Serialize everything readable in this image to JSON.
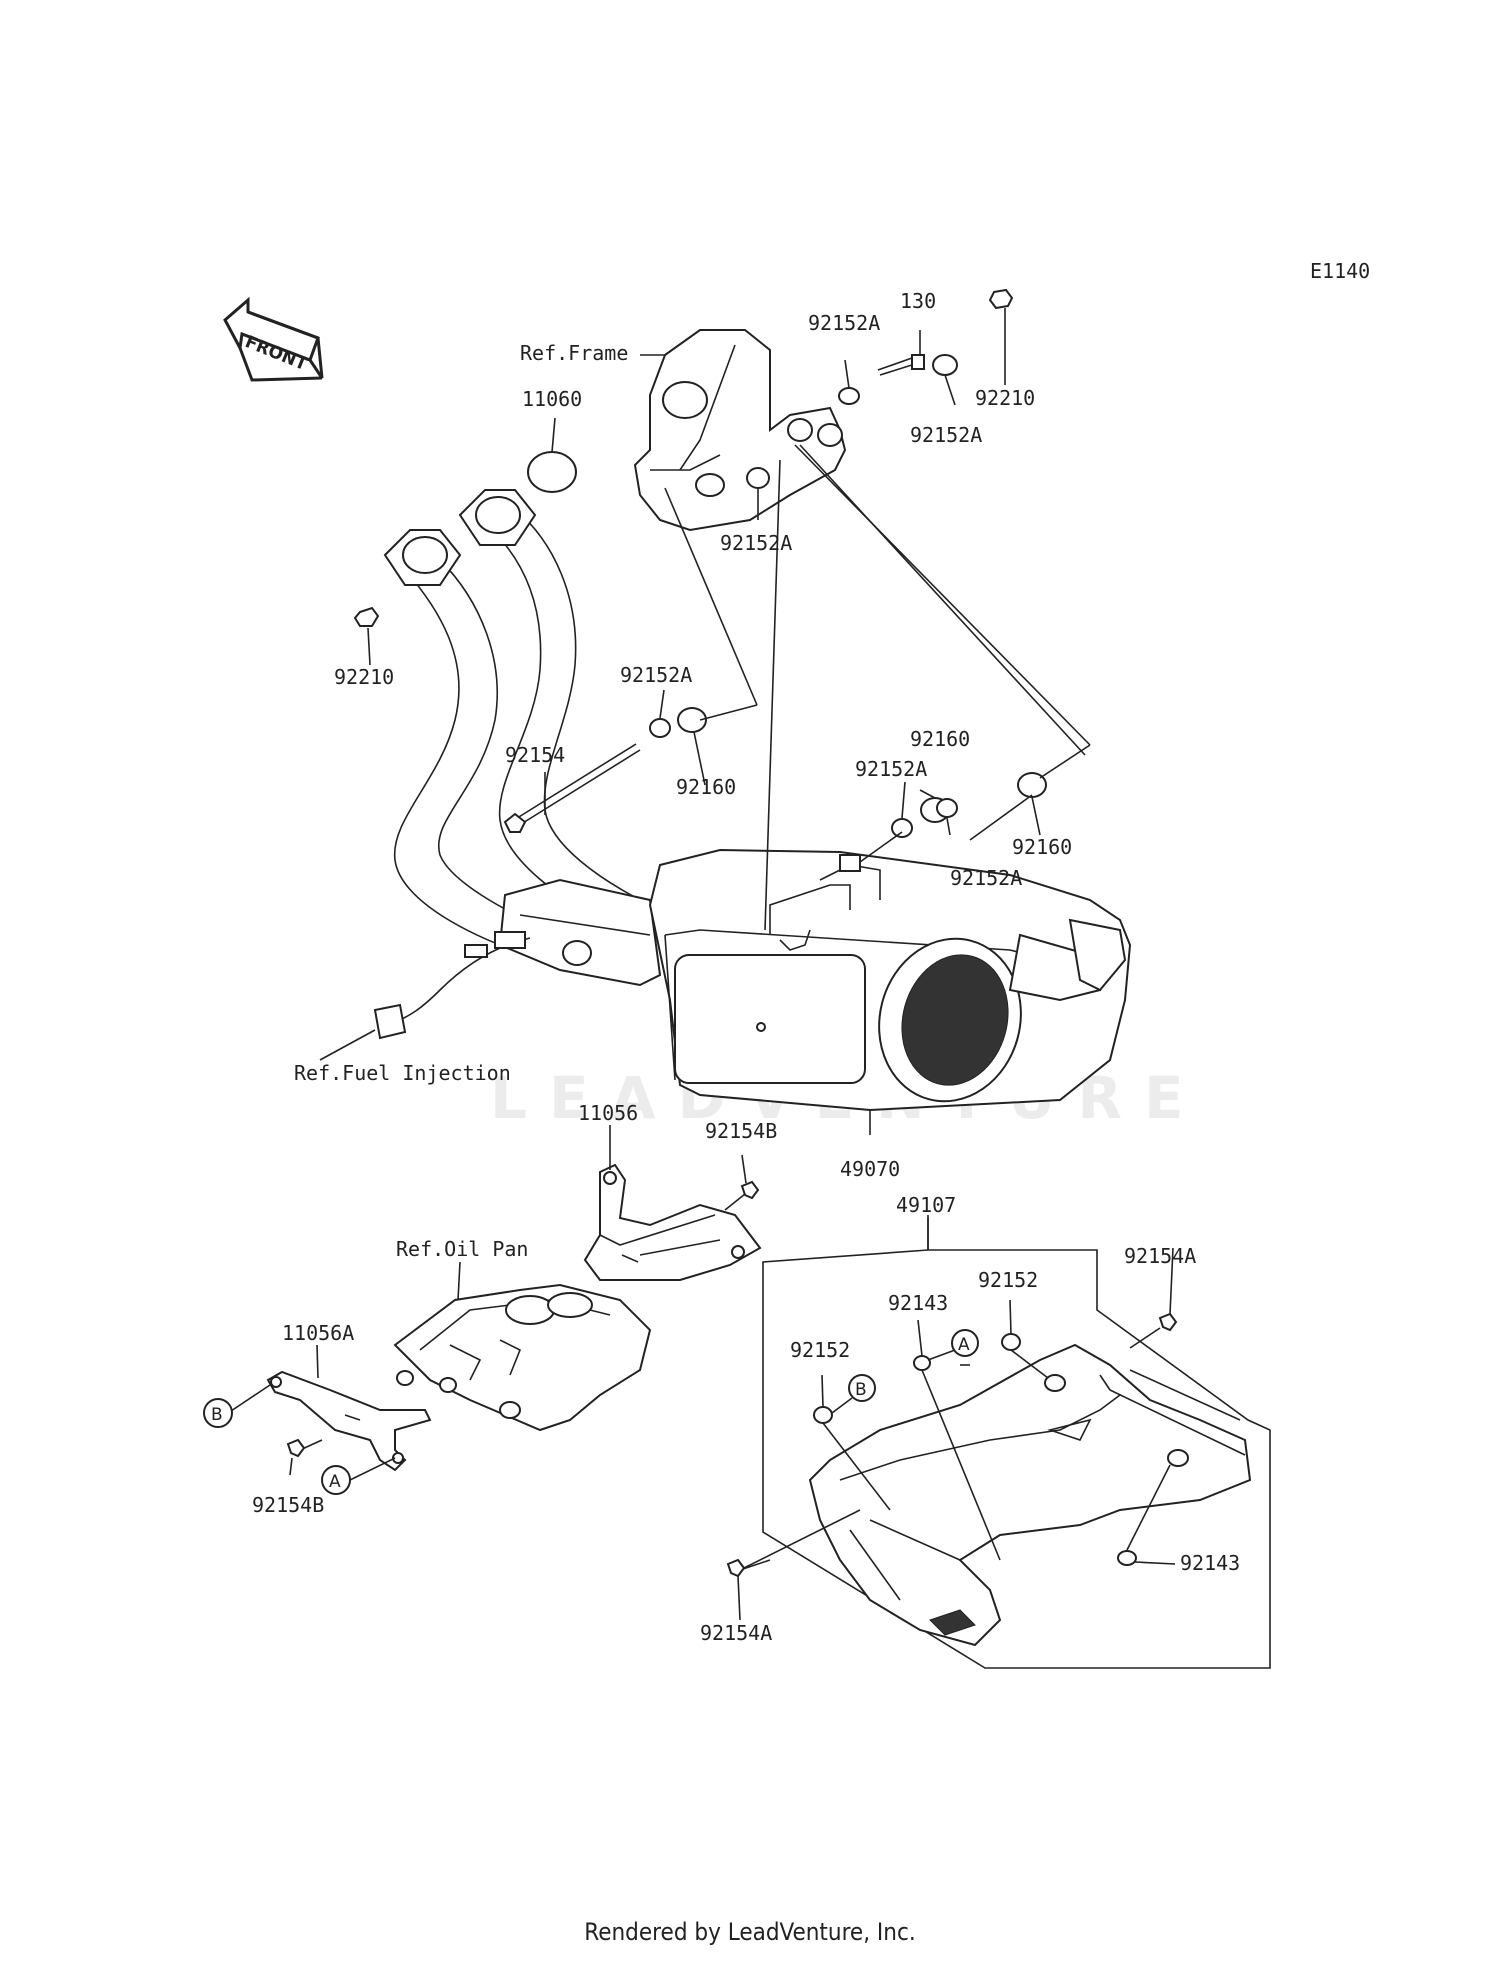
{
  "diagram_code": "E1140",
  "front_label": "FRONT",
  "watermark": "LEADVENTURE",
  "footer": "Rendered by LeadVenture, Inc.",
  "references": {
    "frame": "Ref.Frame",
    "fuel_injection": "Ref.Fuel Injection",
    "oil_pan": "Ref.Oil Pan"
  },
  "callouts": {
    "A": "A",
    "B": "B"
  },
  "parts": {
    "p130": "130",
    "p92152A_top": "92152A",
    "p92152A_right": "92152A",
    "p92152A_mid": "92152A",
    "p92210_top": "92210",
    "p11060": "11060",
    "p92210_left": "92210",
    "p92152A_a": "92152A",
    "p92154": "92154",
    "p92160_a": "92160",
    "p92160_b": "92160",
    "p92152A_b": "92152A",
    "p92160_c": "92160",
    "p92152A_c": "92152A",
    "p11056": "11056",
    "p92154B_top": "92154B",
    "p49070": "49070",
    "p49107": "49107",
    "p92154A_top": "92154A",
    "p92152_a": "92152",
    "p92143_a": "92143",
    "p92152_b": "92152",
    "p11056A": "11056A",
    "p92154B_bottom": "92154B",
    "p92143_b": "92143",
    "p92154A_bottom": "92154A"
  }
}
